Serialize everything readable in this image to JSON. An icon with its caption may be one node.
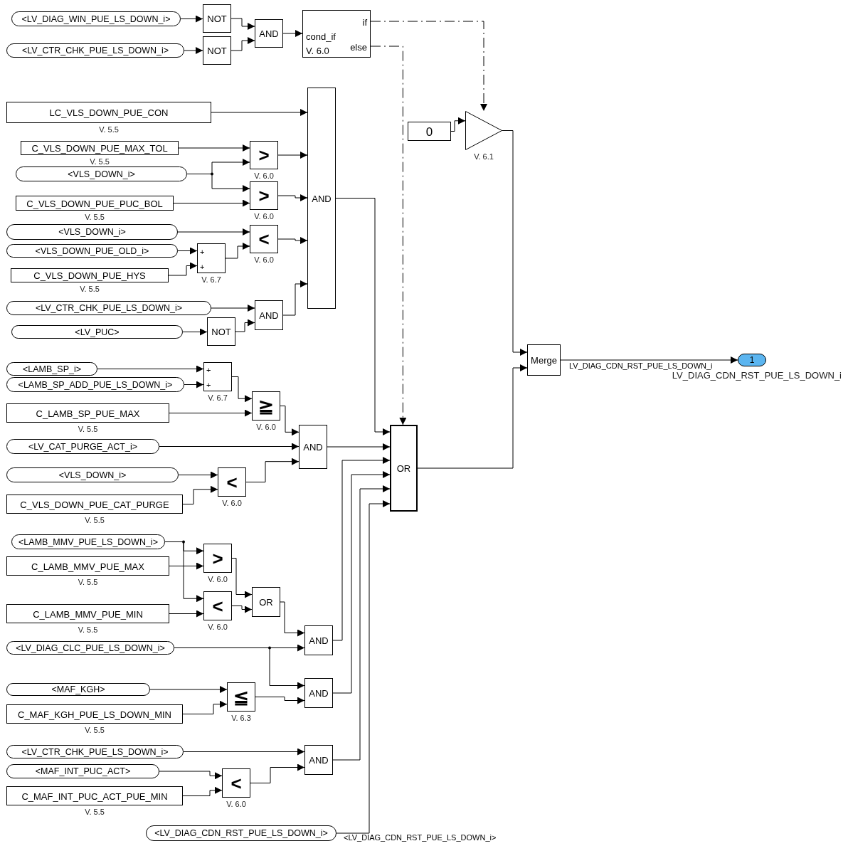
{
  "diagram": {
    "nodes": [
      {
        "text": [
          "<LV_DIAG_WIN_PUE_LS_DOWN_i>"
        ]
      },
      {
        "text": [
          "<LV_CTR_CHK_PUE_LS_DOWN_i>"
        ]
      },
      {
        "text": [
          "NOT"
        ]
      },
      {
        "text": [
          "NOT"
        ]
      },
      {
        "text": [
          "AND"
        ]
      },
      {
        "text": [
          "if",
          "cond_if",
          "else",
          "V. 6.0"
        ]
      },
      {
        "text": [
          "LC_VLS_DOWN_PUE_CON"
        ],
        "beside": [
          "V. 5.5"
        ]
      },
      {
        "text": [
          "AND"
        ]
      },
      {
        "text": [
          "C_VLS_DOWN_PUE_MAX_TOL"
        ],
        "beside": [
          "V. 5.5"
        ]
      },
      {
        "text": [
          ">"
        ],
        "beside": [
          "V. 6.0"
        ]
      },
      {
        "text": [
          "<VLS_DOWN_i>"
        ]
      },
      {
        "text": [
          ">"
        ],
        "beside": [
          "V. 6.0"
        ]
      },
      {
        "text": [
          "C_VLS_DOWN_PUE_PUC_BOL"
        ],
        "beside": [
          "V. 5.5"
        ]
      },
      {
        "text": [
          "<VLS_DOWN_i>"
        ]
      },
      {
        "text": [
          "<"
        ],
        "beside": [
          "V. 6.0"
        ]
      },
      {
        "text": [
          "<VLS_DOWN_PUE_OLD_i>"
        ]
      },
      {
        "text": [
          "+",
          "+"
        ],
        "beside": [
          "V. 6.7"
        ]
      },
      {
        "text": [
          "C_VLS_DOWN_PUE_HYS"
        ],
        "beside": [
          "V. 5.5"
        ]
      },
      {
        "text": [
          "<LV_CTR_CHK_PUE_LS_DOWN_i>"
        ]
      },
      {
        "text": [
          "AND"
        ]
      },
      {
        "text": [
          "<LV_PUC>"
        ]
      },
      {
        "text": [
          "NOT"
        ]
      },
      {
        "text": [
          "<LAMB_SP_i>"
        ]
      },
      {
        "text": [
          "<LAMB_SP_ADD_PUE_LS_DOWN_i>"
        ]
      },
      {
        "text": [
          "+",
          "+"
        ],
        "beside": [
          "V. 6.7"
        ]
      },
      {
        "text": [
          "C_LAMB_SP_PUE_MAX"
        ],
        "beside": [
          "V. 5.5"
        ]
      },
      {
        "text": [
          "≧"
        ],
        "beside": [
          "V. 6.0"
        ]
      },
      {
        "text": [
          "<LV_CAT_PURGE_ACT_i>"
        ]
      },
      {
        "text": [
          "AND"
        ]
      },
      {
        "text": [
          "<VLS_DOWN_i>"
        ]
      },
      {
        "text": [
          "<"
        ],
        "beside": [
          "V. 6.0"
        ]
      },
      {
        "text": [
          "C_VLS_DOWN_PUE_CAT_PURGE"
        ],
        "beside": [
          "V. 5.5"
        ]
      },
      {
        "text": [
          "OR"
        ]
      },
      {
        "text": [
          "0"
        ]
      },
      {
        "text": [],
        "shape": "triangle",
        "beside": [
          "V. 6.1"
        ]
      },
      {
        "text": [
          "Merge"
        ]
      },
      {
        "text": [
          "1"
        ],
        "beside": [
          "LV_DIAG_CDN_RST_PUE_LS_DOWN_i"
        ]
      },
      {
        "text": [
          "<LAMB_MMV_PUE_LS_DOWN_i>"
        ]
      },
      {
        "text": [
          "C_LAMB_MMV_PUE_MAX"
        ],
        "beside": [
          "V. 5.5"
        ]
      },
      {
        "text": [
          ">"
        ],
        "beside": [
          "V. 6.0"
        ]
      },
      {
        "text": [
          "C_LAMB_MMV_PUE_MIN"
        ],
        "beside": [
          "V. 5.5"
        ]
      },
      {
        "text": [
          "<"
        ],
        "beside": [
          "V. 6.0"
        ]
      },
      {
        "text": [
          "OR"
        ]
      },
      {
        "text": [
          "<LV_DIAG_CLC_PUE_LS_DOWN_i>"
        ]
      },
      {
        "text": [
          "AND"
        ]
      },
      {
        "text": [
          "<MAF_KGH>"
        ]
      },
      {
        "text": [
          "C_MAF_KGH_PUE_LS_DOWN_MIN"
        ],
        "beside": [
          "V. 5.5"
        ]
      },
      {
        "text": [
          "≦"
        ],
        "beside": [
          "V. 6.3"
        ]
      },
      {
        "text": [
          "AND"
        ]
      },
      {
        "text": [
          "<LV_CTR_CHK_PUE_LS_DOWN_i>"
        ]
      },
      {
        "text": [
          "<MAF_INT_PUC_ACT>"
        ]
      },
      {
        "text": [
          "<"
        ],
        "beside": [
          "V. 6.0"
        ]
      },
      {
        "text": [
          "C_MAF_INT_PUC_ACT_PUE_MIN"
        ],
        "beside": [
          "V. 5.5"
        ]
      },
      {
        "text": [
          "AND"
        ]
      },
      {
        "text": [
          "<LV_DIAG_CDN_RST_PUE_LS_DOWN_i>"
        ]
      }
    ],
    "edges": [
      {
        "from": 0,
        "to": 2,
        "arrow": "to"
      },
      {
        "from": 1,
        "to": 3,
        "arrow": "to"
      },
      {
        "from": 2,
        "to": 4,
        "arrow": "to"
      },
      {
        "from": 3,
        "to": 4,
        "arrow": "to"
      },
      {
        "from": 4,
        "to": 5,
        "arrow": "to"
      },
      {
        "from": 5,
        "to": 34,
        "arrow": "to",
        "style": "dashed"
      },
      {
        "from": 5,
        "to": 32,
        "arrow": "to",
        "style": "dashed"
      },
      {
        "from": 6,
        "to": 7,
        "arrow": "to"
      },
      {
        "from": 8,
        "to": 9,
        "arrow": "to"
      },
      {
        "from": 10,
        "to": 9,
        "arrow": "to"
      },
      {
        "from": 10,
        "to": 11,
        "arrow": "to"
      },
      {
        "from": 12,
        "to": 11,
        "arrow": "to"
      },
      {
        "from": 9,
        "to": 7,
        "arrow": "to"
      },
      {
        "from": 11,
        "to": 7,
        "arrow": "to"
      },
      {
        "from": 13,
        "to": 14,
        "arrow": "to"
      },
      {
        "from": 15,
        "to": 16,
        "arrow": "to"
      },
      {
        "from": 17,
        "to": 16,
        "arrow": "to"
      },
      {
        "from": 16,
        "to": 14,
        "arrow": "to"
      },
      {
        "from": 14,
        "to": 7,
        "arrow": "to"
      },
      {
        "from": 18,
        "to": 19,
        "arrow": "to"
      },
      {
        "from": 20,
        "to": 21,
        "arrow": "to"
      },
      {
        "from": 21,
        "to": 19,
        "arrow": "to"
      },
      {
        "from": 19,
        "to": 7,
        "arrow": "to"
      },
      {
        "from": 7,
        "to": 32,
        "arrow": "to"
      },
      {
        "from": 22,
        "to": 24,
        "arrow": "to"
      },
      {
        "from": 23,
        "to": 24,
        "arrow": "to"
      },
      {
        "from": 24,
        "to": 26,
        "arrow": "to"
      },
      {
        "from": 25,
        "to": 26,
        "arrow": "to"
      },
      {
        "from": 26,
        "to": 28,
        "arrow": "to"
      },
      {
        "from": 27,
        "to": 28,
        "arrow": "to"
      },
      {
        "from": 29,
        "to": 30,
        "arrow": "to"
      },
      {
        "from": 31,
        "to": 30,
        "arrow": "to"
      },
      {
        "from": 30,
        "to": 28,
        "arrow": "to"
      },
      {
        "from": 28,
        "to": 32,
        "arrow": "to"
      },
      {
        "from": 33,
        "to": 34,
        "arrow": "to"
      },
      {
        "from": 34,
        "to": 35,
        "arrow": "to"
      },
      {
        "from": 32,
        "to": 35,
        "arrow": "to"
      },
      {
        "from": 35,
        "to": 36,
        "arrow": "to",
        "label": "LV_DIAG_CDN_RST_PUE_LS_DOWN_i"
      },
      {
        "from": 37,
        "to": 39,
        "arrow": "to"
      },
      {
        "from": 37,
        "to": 41,
        "arrow": "to"
      },
      {
        "from": 38,
        "to": 39,
        "arrow": "to"
      },
      {
        "from": 40,
        "to": 41,
        "arrow": "to"
      },
      {
        "from": 39,
        "to": 42,
        "arrow": "to"
      },
      {
        "from": 41,
        "to": 42,
        "arrow": "to"
      },
      {
        "from": 42,
        "to": 44,
        "arrow": "to"
      },
      {
        "from": 43,
        "to": 44,
        "arrow": "to"
      },
      {
        "from": 43,
        "to": 48,
        "arrow": "to"
      },
      {
        "from": 45,
        "to": 47,
        "arrow": "to"
      },
      {
        "from": 46,
        "to": 47,
        "arrow": "to"
      },
      {
        "from": 47,
        "to": 48,
        "arrow": "to"
      },
      {
        "from": 44,
        "to": 32,
        "arrow": "to"
      },
      {
        "from": 48,
        "to": 32,
        "arrow": "to"
      },
      {
        "from": 49,
        "to": 53,
        "arrow": "to"
      },
      {
        "from": 50,
        "to": 51,
        "arrow": "to"
      },
      {
        "from": 52,
        "to": 51,
        "arrow": "to"
      },
      {
        "from": 51,
        "to": 53,
        "arrow": "to"
      },
      {
        "from": 53,
        "to": 32,
        "arrow": "to"
      },
      {
        "from": 54,
        "to": 32,
        "arrow": "to",
        "label": "<LV_DIAG_CDN_RST_PUE_LS_DOWN_i>"
      }
    ]
  }
}
